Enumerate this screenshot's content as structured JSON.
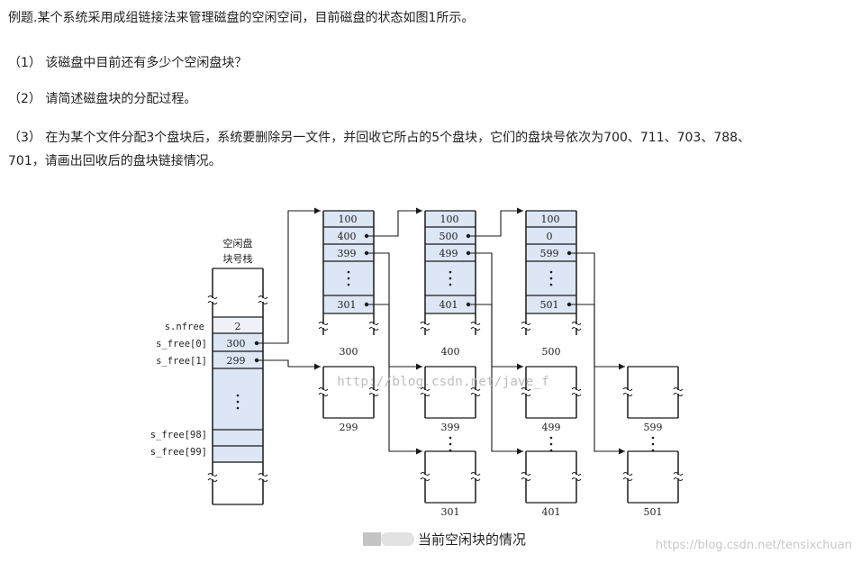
{
  "question": {
    "intro": "例题.某个系统采用成组链接法来管理磁盘的空闲空间，目前磁盘的状态如图1所示。",
    "q1": "（1） 该磁盘中目前还有多少个空闲盘块？",
    "q2": "（2） 请简述磁盘块的分配过程。",
    "q3_line1": "（3） 在为某个文件分配3个盘块后，系统要删除另一文件，并回收它所占的5个盘块，它们的盘块号依次为700、711、703、788、",
    "q3_line2": "701，请画出回收后的盘块链接情况。"
  },
  "diagram": {
    "stack_title_line1": "空闲盘",
    "stack_title_line2": "块号栈",
    "labels": {
      "nfree": "s.nfree",
      "free0": "s_free[0]",
      "free1": "s_free[1]",
      "free98": "s_free[98]",
      "free99": "s_free[99]"
    },
    "stack_values": {
      "nfree": "2",
      "free0": "300",
      "free1": "299"
    },
    "groups": [
      {
        "block": "300",
        "cells": [
          "100",
          "400",
          "399",
          "301"
        ]
      },
      {
        "block": "400",
        "cells": [
          "100",
          "500",
          "499",
          "401"
        ]
      },
      {
        "block": "500",
        "cells": [
          "100",
          "0",
          "599",
          "501"
        ]
      }
    ],
    "leaf_blocks": [
      "299",
      "399",
      "499",
      "599",
      "301",
      "401",
      "501"
    ],
    "caption": "当前空闲块的情况",
    "watermark_center": "http://blog.csdn.net/jave_f",
    "watermark_corner": "https://blog.csdn.net/tensixchuan"
  },
  "colors": {
    "cell_fill": "#dce6f4",
    "stroke": "#1a1a1a"
  }
}
